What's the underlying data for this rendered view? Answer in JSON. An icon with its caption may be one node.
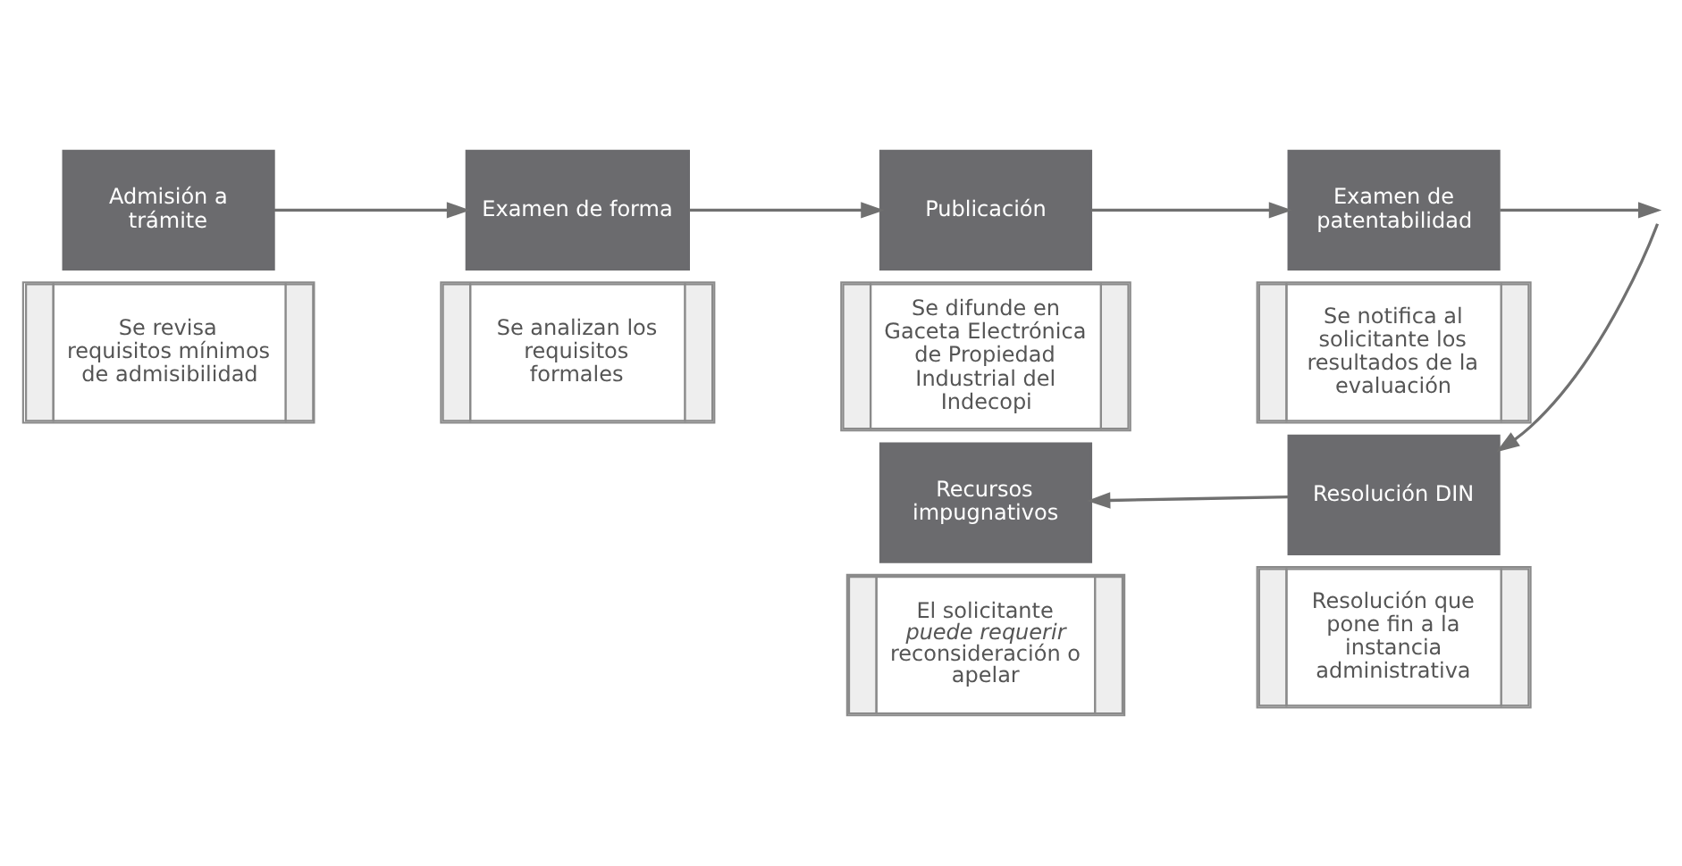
{
  "diagram": {
    "nodes": [
      {
        "text": [
          "Admisión a trámite"
        ]
      },
      {
        "text": [
          "Se revisa requisitos mínimos de admisibilidad"
        ]
      },
      {
        "text": [
          "Examen de forma"
        ]
      },
      {
        "text": [
          "Se analizan los requisitos formales"
        ]
      },
      {
        "text": [
          "Publicación"
        ]
      },
      {
        "text": [
          "Se difunde en Gaceta Electrónica de Propiedad Industrial del Indecopi"
        ]
      },
      {
        "text": [
          "Examen de patentabilidad"
        ]
      },
      {
        "text": [
          "Se notifica al solicitante los resultados de la evaluación"
        ]
      },
      {
        "text": [
          "Recursos impugnativos"
        ]
      },
      {
        "text": [
          "El solicitante *puede requerir* reconsideración o apelar"
        ]
      },
      {
        "text": [
          "Resolución DIN"
        ]
      },
      {
        "text": [
          "Resolución que pone fin a la instancia administrativa"
        ]
      }
    ],
    "edges": [
      {
        "from": 0,
        "to": 2,
        "arrow": "to"
      },
      {
        "from": 2,
        "to": 4,
        "arrow": "to"
      },
      {
        "from": 4,
        "to": 6,
        "arrow": "to"
      },
      {
        "from": 6,
        "to": null,
        "arrow": "to"
      },
      {
        "from": null,
        "to": 10,
        "arrow": "to"
      },
      {
        "from": 10,
        "to": 8,
        "arrow": "to"
      }
    ]
  }
}
